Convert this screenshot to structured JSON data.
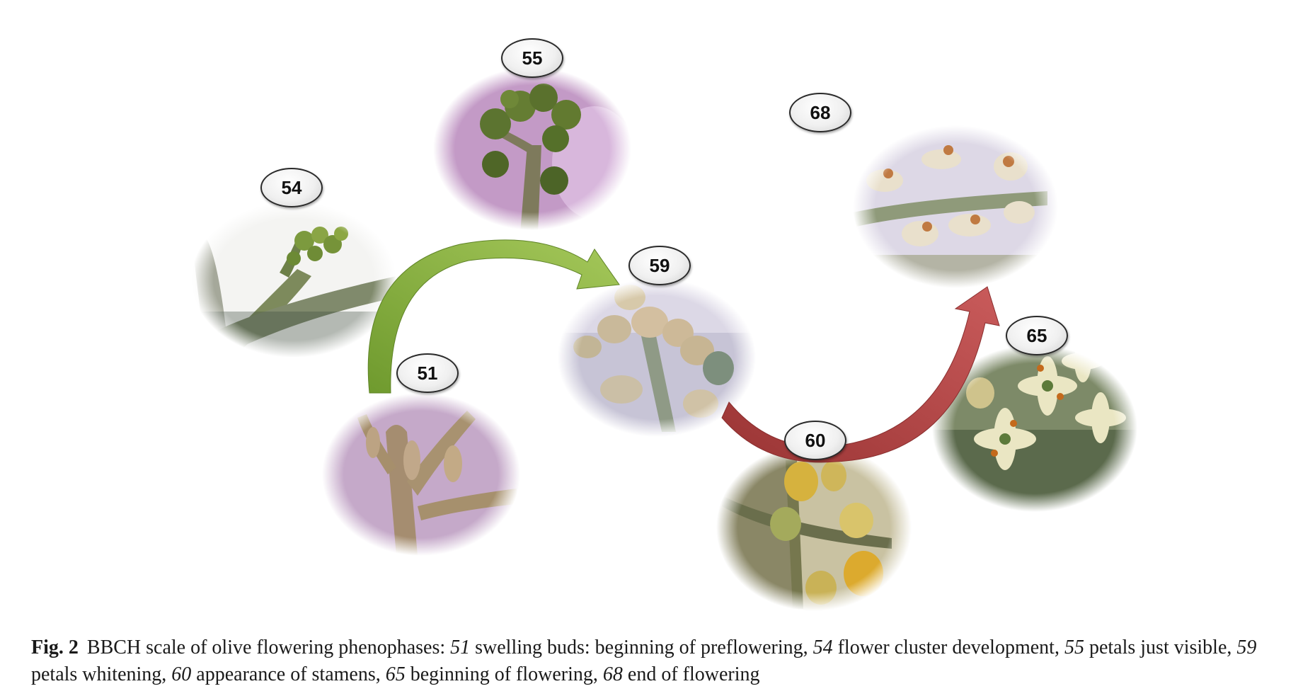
{
  "stages": [
    {
      "code": "51"
    },
    {
      "code": "54"
    },
    {
      "code": "55"
    },
    {
      "code": "59"
    },
    {
      "code": "60"
    },
    {
      "code": "65"
    },
    {
      "code": "68"
    }
  ],
  "arrows": {
    "green": "#7fa63a",
    "red": "#b04444"
  },
  "caption": {
    "figure_label": "Fig. 2",
    "intro": "BBCH scale of olive flowering phenophases: ",
    "items": [
      {
        "code": "51",
        "text": " swelling buds: beginning of preflowering, "
      },
      {
        "code": "54",
        "text": " flower cluster development, "
      },
      {
        "code": "55",
        "text": " petals just visible, "
      },
      {
        "code": "59",
        "text": " petals whitening, "
      },
      {
        "code": "60",
        "text": " appearance of stamens, "
      },
      {
        "code": "65",
        "text": " beginning of flowering, "
      },
      {
        "code": "68",
        "text": " end of flowering"
      }
    ]
  }
}
